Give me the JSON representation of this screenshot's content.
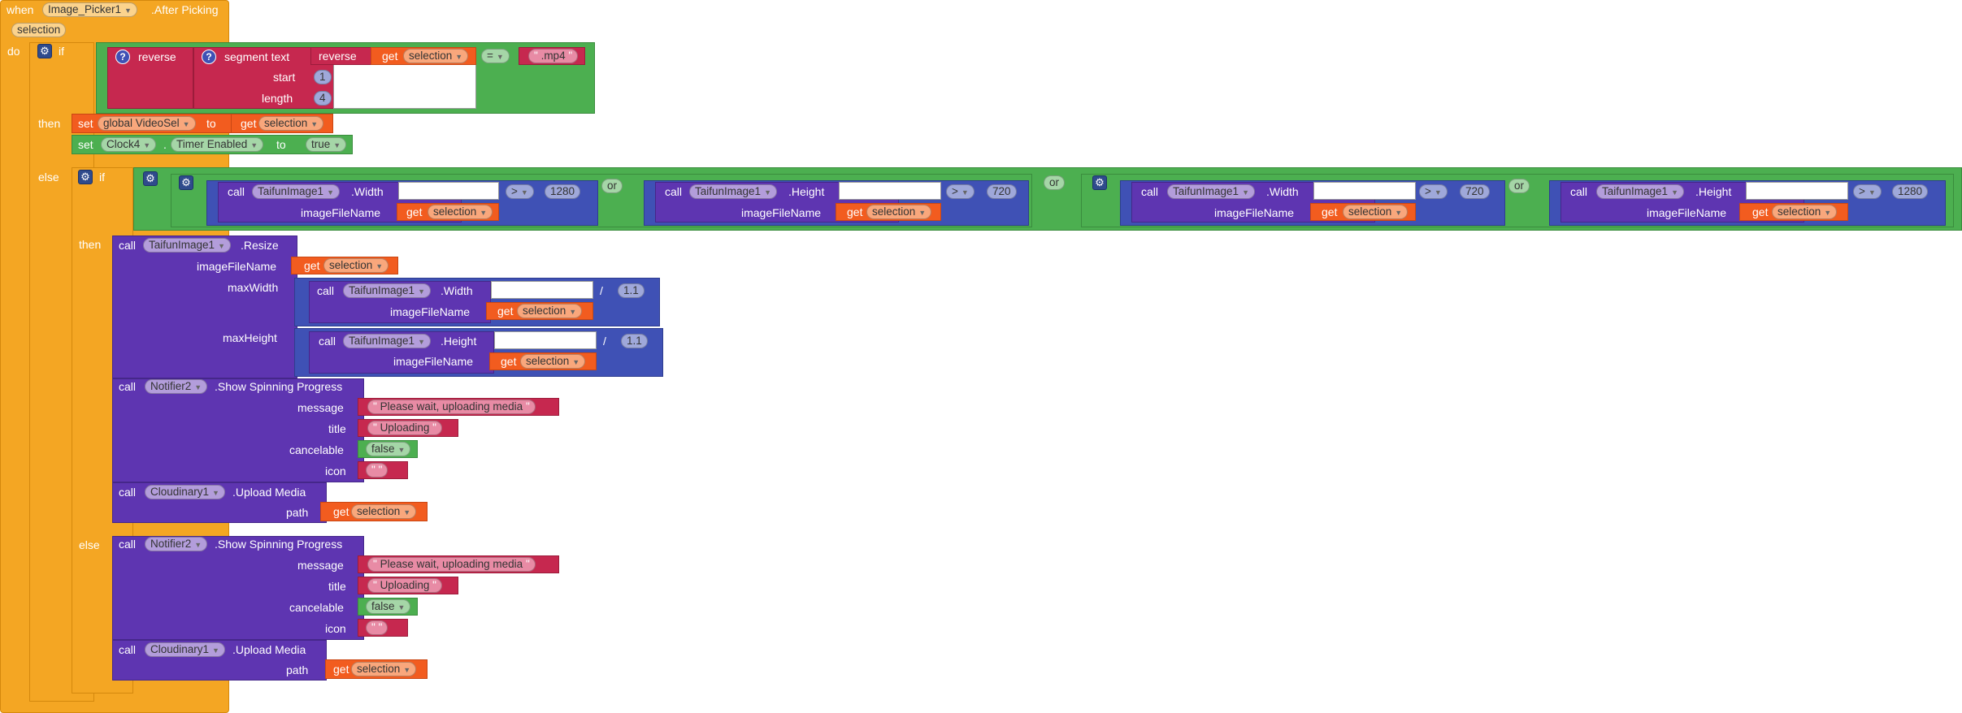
{
  "event": {
    "when": "when",
    "component": "Image_Picker1",
    "event_name": ".After Picking",
    "param": "selection",
    "do": "do"
  },
  "kw": {
    "if": "if",
    "then": "then",
    "else": "else",
    "set": "set",
    "to": "to",
    "get": "get",
    "call": "call",
    "or": "or",
    "reverse": "reverse",
    "segment": "segment  text",
    "start": "start",
    "length": "length",
    "imageFileName": "imageFileName",
    "maxWidth": "maxWidth",
    "maxHeight": "maxHeight",
    "message": "message",
    "title": "title",
    "cancelable": "cancelable",
    "icon": "icon",
    "path": "path",
    "help": "?",
    "gear": "⚙",
    "quote": "\"",
    "dot": "."
  },
  "vars": {
    "selection": "selection",
    "global_video": "global VideoSel"
  },
  "components": {
    "clock": "Clock4",
    "timer": "Timer Enabled",
    "taifun": "TaifunImage1",
    "notifier": "Notifier2",
    "cloudinary": "Cloudinary1"
  },
  "methods": {
    "width": ".Width",
    "height": ".Height",
    "resize": ".Resize",
    "spinning": ".Show Spinning Progress",
    "upload": ".Upload Media"
  },
  "ops": {
    "eq": "=",
    "gt": ">",
    "div": "/"
  },
  "values": {
    "mp4": ".mp4",
    "one": "1",
    "four": "4",
    "true": "true",
    "false": "false",
    "v1280": "1280",
    "v720": "720",
    "ratio": "1.1",
    "wait_msg": "Please wait, uploading media",
    "uploading": "Uploading",
    "icon_val": ""
  }
}
